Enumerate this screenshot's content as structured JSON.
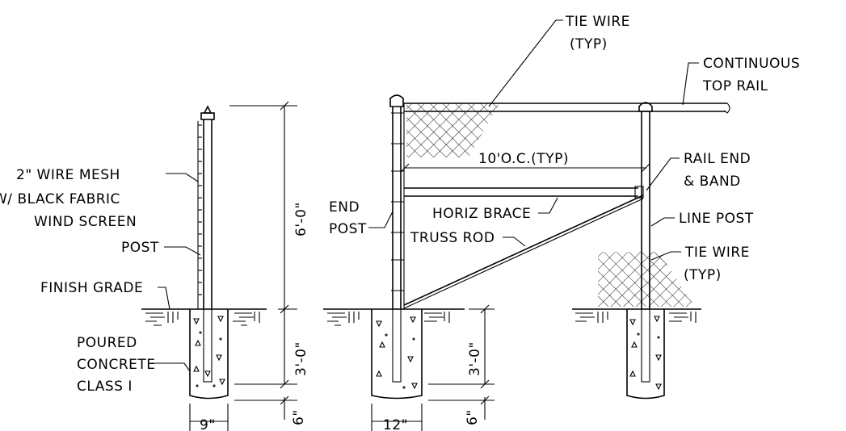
{
  "labels": {
    "tie_wire_top": [
      "TIE WIRE",
      "(TYP)"
    ],
    "continuous_top_rail": [
      "CONTINUOUS",
      "TOP RAIL"
    ],
    "wire_mesh": [
      "2\" WIRE MESH",
      "W/ BLACK FABRIC",
      "WIND SCREEN"
    ],
    "post": "POST",
    "finish_grade": "FINISH GRADE",
    "poured_concrete": [
      "POURED",
      "CONCRETE",
      "CLASS I"
    ],
    "end_post": [
      "END",
      "POST"
    ],
    "spacing": "10'O.C.(TYP)",
    "rail_end_band": [
      "RAIL END",
      "& BAND"
    ],
    "horiz_brace": "HORIZ BRACE",
    "truss_rod": "TRUSS ROD",
    "line_post": "LINE POST",
    "tie_wire_mid": [
      "TIE WIRE",
      "(TYP)"
    ]
  },
  "dimensions": {
    "fence_height": "6'-0\"",
    "footing_depth_left": "3'-0\"",
    "footing_depth_mid": "3'-0\"",
    "footing_extra_left": "6\"",
    "footing_extra_mid": "6\"",
    "footing_width_left": "9\"",
    "footing_width_mid": "12\""
  }
}
